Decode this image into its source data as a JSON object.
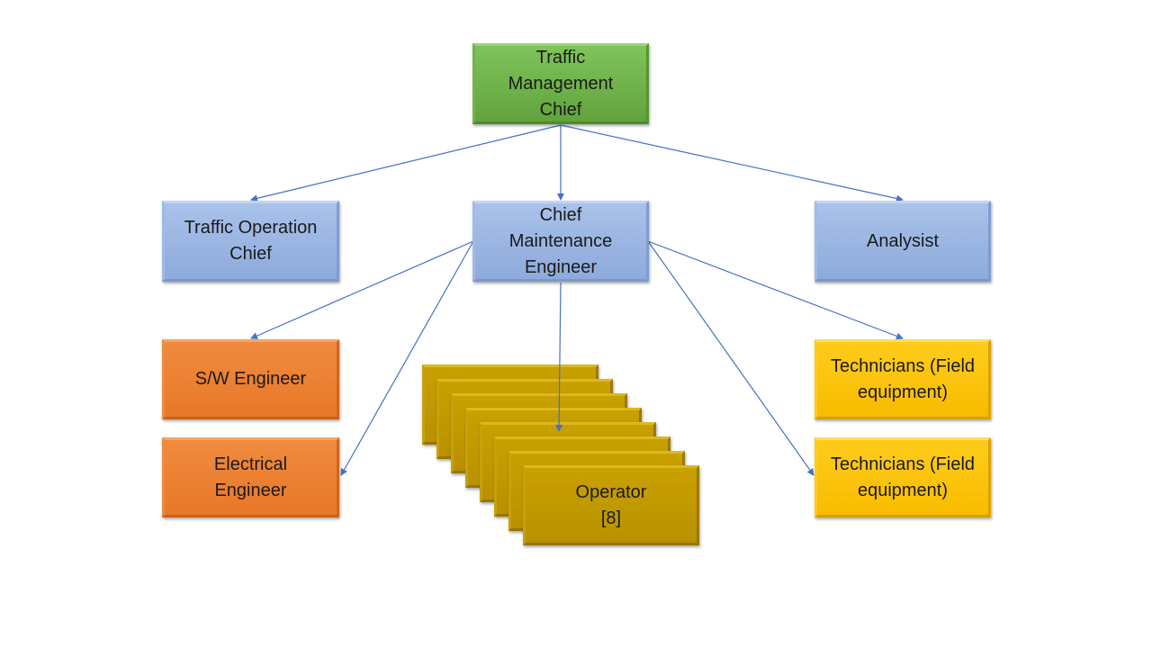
{
  "nodes": {
    "traffic_management_chief": "Traffic\nManagement\nChief",
    "traffic_operation_chief": "Traffic Operation\nChief",
    "chief_maintenance_engineer": "Chief\nMaintenance\nEngineer",
    "analysist": "Analysist",
    "sw_engineer": "S/W Engineer",
    "electrical_engineer": "Electrical\nEngineer",
    "operator": "Operator\n[8]",
    "technicians_1": "Technicians (Field\nequipment)",
    "technicians_2": "Technicians (Field\nequipment)"
  },
  "colors": {
    "top_level": "#70ad47",
    "second_level": "#8faadc",
    "engineers": "#ed7d31",
    "operators": "#bf9000",
    "technicians": "#ffc000",
    "connector": "#4472c4"
  }
}
